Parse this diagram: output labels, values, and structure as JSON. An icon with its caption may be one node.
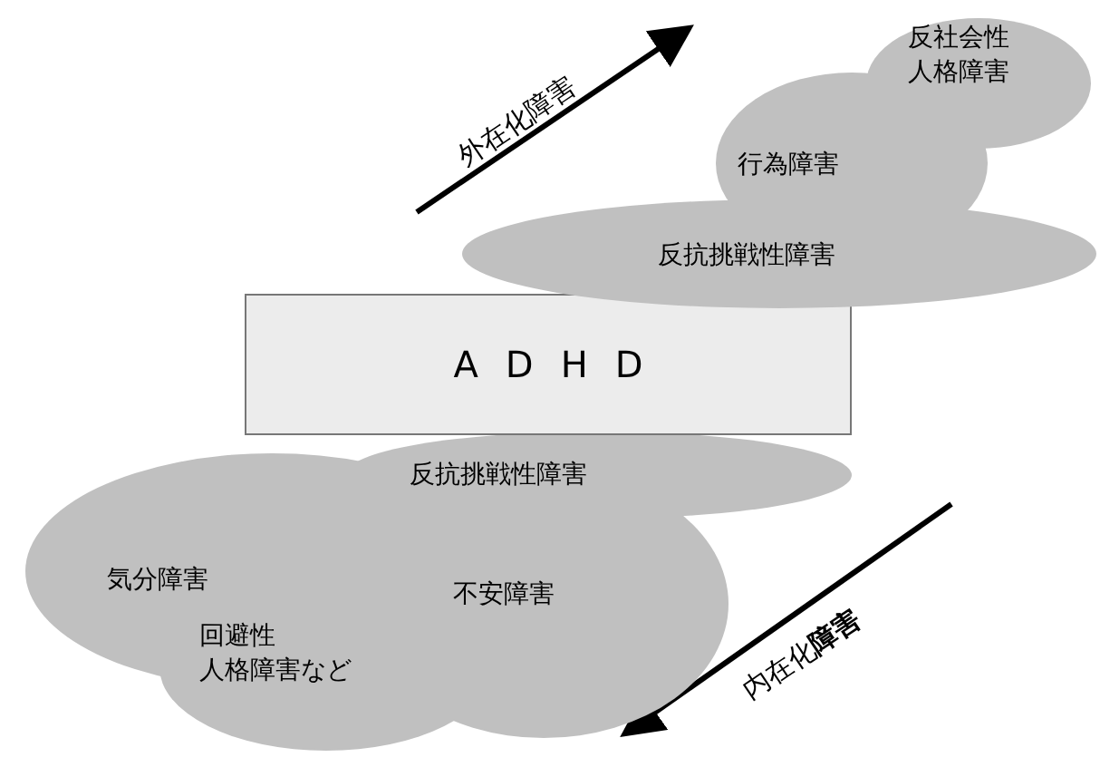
{
  "diagram": {
    "nodes": [
      {
        "text": [
          "ADHD"
        ]
      },
      {
        "text": [
          "反社会性人格障害",
          "行為障害",
          "反抗挑戦性障害"
        ]
      },
      {
        "text": [
          "反抗挑戦性障害",
          "気分障害",
          "不安障害",
          "回避性人格障害など"
        ]
      }
    ],
    "labels": [
      "外在化障害",
      "内在化**障害**"
    ]
  }
}
